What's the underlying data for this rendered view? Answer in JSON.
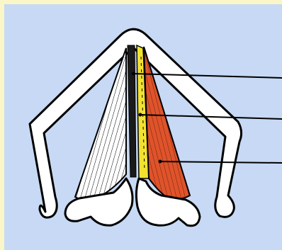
{
  "colors": {
    "frame_border": "#FAF6C8",
    "panel_background": "#C7D9F4",
    "outline": "#000000",
    "cartilage_fill": "#FFFFFF",
    "muscle_left_fill": "#FFFFFF",
    "muscle_right_fill": "#E0532A",
    "septum_layer": "#F2E230",
    "pointer_line": "#000000"
  },
  "labels": [],
  "parts": [
    {
      "name": "arch-cartilage"
    },
    {
      "name": "muscle-left"
    },
    {
      "name": "septum-left-bar"
    },
    {
      "name": "septum-yellow-layer"
    },
    {
      "name": "muscle-right"
    },
    {
      "name": "base-cartilage-left"
    },
    {
      "name": "base-cartilage-right"
    },
    {
      "name": "pointer-line-1"
    },
    {
      "name": "pointer-line-2"
    },
    {
      "name": "pointer-line-3"
    }
  ]
}
